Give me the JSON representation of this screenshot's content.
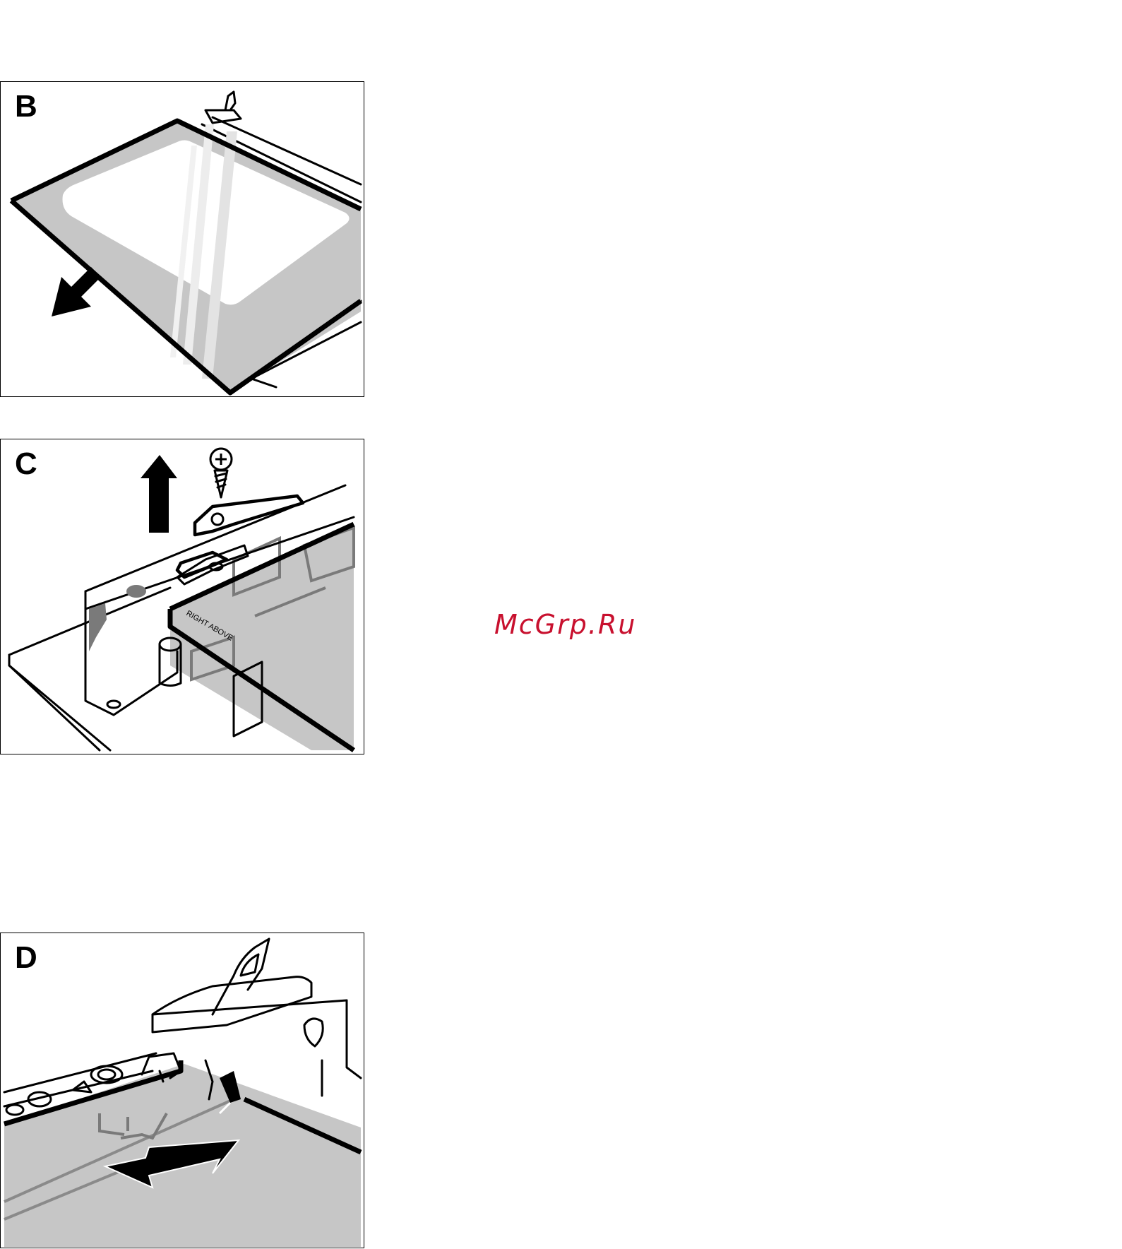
{
  "panels": [
    {
      "label": "B"
    },
    {
      "label": "C",
      "sticker_text": "RIGHT ABOVE"
    },
    {
      "label": "D"
    }
  ],
  "watermark": "McGrp.Ru",
  "colors": {
    "ink": "#000000",
    "panel_fill": "#c6c6c6",
    "watermark": "#c8102e"
  },
  "icons": {
    "B": [
      "arrow-down-left-icon"
    ],
    "C": [
      "arrow-up-icon",
      "screw-icon"
    ],
    "D": [
      "arrow-right-icon",
      "arrow-left-small-icon"
    ]
  }
}
